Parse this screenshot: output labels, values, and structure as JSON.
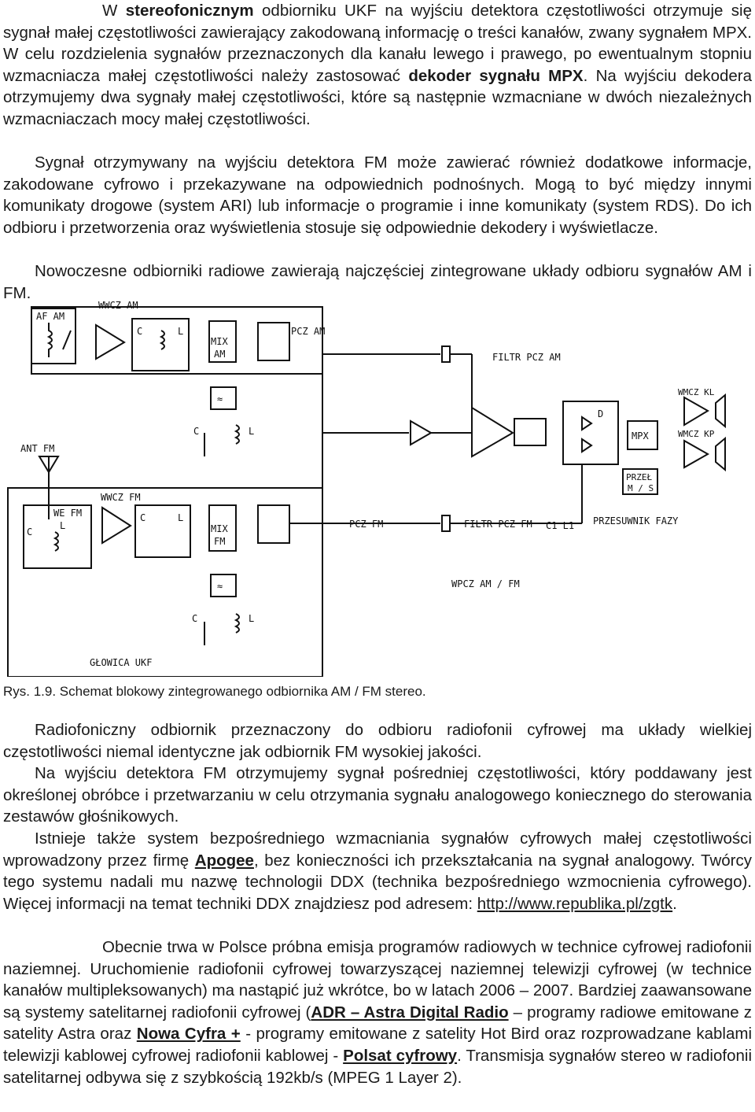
{
  "p1": {
    "a": "W ",
    "b": "stereofonicznym",
    "c": " odbiorniku UKF na wyjściu detektora częstotliwości otrzymuje się sygnał małej częstotliwości zawierający zakodowaną informację o treści kanałów, zwany sygnałem MPX. W celu rozdzielenia sygnałów przeznaczonych dla kanału lewego i prawego, po ewentualnym stopniu wzmacniacza małej częstotliwości należy zastosować ",
    "d": "dekoder sygnału MPX",
    "e": ". Na wyjściu dekodera otrzymujemy dwa sygnały małej częstotliwości, które są następnie wzmacniane w dwóch niezależnych wzmacniaczach mocy małej częstotliwości."
  },
  "p2": "Sygnał otrzymywany na wyjściu detektora FM może zawierać również dodatkowe informacje, zakodowane cyfrowo i przekazywane na odpowiednich podnośnych. Mogą to być między innymi komunikaty drogowe (system ARI) lub informacje o programie i inne komunikaty (system RDS). Do ich odbioru i przetworzenia oraz wyświetlenia stosuje się odpowiednie dekodery i wyświetlacze.",
  "p3": "Nowoczesne odbiorniki radiowe zawierają najczęściej zintegrowane układy odbioru sygnałów AM i  FM.",
  "diagram": {
    "af_am": "AF AM",
    "wcz_am": "WWCZ AM",
    "mix_am_1": "MIX",
    "mix_am_2": "AM",
    "pcz_am": "PCZ AM",
    "filtr_pcz_am": "FILTR PCZ AM",
    "c1": "C",
    "l1": "L",
    "c2": "C",
    "l2": "L",
    "c3": "C",
    "l3": "L",
    "c4": "C",
    "l4": "L",
    "c5": "C",
    "l5": "L",
    "ant_fm": "ANT FM",
    "wcz_fm": "WWCZ FM",
    "we_fm": "WE FM",
    "mix_fm_1": "MIX",
    "mix_fm_2": "FM",
    "pcz_fm": "PCZ FM",
    "filtr_pcz_fm": "FILTR PCZ FM",
    "c1_l1": "C1  L1",
    "przesuwnik": "PRZESUWNIK FAZY",
    "diode": "D",
    "mpx": "MPX",
    "przel_1": "PRZEŁ",
    "przel_2": "M / S",
    "wmcz_kl": "WMCZ KL",
    "wmcz_kp": "WMCZ KP",
    "wpcz": "WPCZ   AM / FM",
    "glowica": "GŁOWICA UKF",
    "approx": "≈"
  },
  "caption": "Rys. 1.9. Schemat blokowy zintegrowanego odbiornika AM / FM stereo.",
  "p4": "Radiofoniczny odbiornik przeznaczony do odbioru radiofonii cyfrowej ma układy wielkiej częstotliwości niemal identyczne jak odbiornik FM wysokiej jakości.",
  "p5": "Na wyjściu detektora FM otrzymujemy sygnał pośredniej częstotliwości, który poddawany jest określonej obróbce i przetwarzaniu w celu otrzymania sygnału analogowego koniecznego do sterowania zestawów głośnikowych.",
  "p6": {
    "a": "Istnieje także system bezpośredniego wzmacniania sygnałów cyfrowych małej częstotliwości wprowadzony przez firmę ",
    "b": "Apogee",
    "c": ", bez konieczności ich przekształcania na sygnał analogowy. Twórcy tego systemu nadali mu nazwę technologii DDX (technika bezpośredniego wzmocnienia cyfrowego). Więcej informacji na temat techniki DDX znajdziesz pod adresem: ",
    "d": "http://www.republika.pl/zgtk",
    "e": "."
  },
  "p7": {
    "a": "Obecnie trwa w Polsce próbna emisja programów radiowych w technice cyfrowej radiofonii naziemnej. Uruchomienie radiofonii cyfrowej towarzyszącej naziemnej telewizji cyfrowej (w technice kanałów multipleksowanych) ma nastąpić już wkrótce, bo w latach 2006 – 2007. Bardziej zaawansowane są systemy satelitarnej radiofonii cyfrowej (",
    "b": "ADR – Astra Digital Radio",
    "c": " – programy radiowe emitowane z satelity Astra oraz ",
    "d": "Nowa Cyfra +",
    "e": " - programy emitowane z satelity Hot Bird oraz rozprowadzane kablami telewizji kablowej cyfrowej radiofonii kablowej - ",
    "f": "Polsat cyfrowy",
    "g": ". Transmisja sygnałów stereo w radiofonii satelitarnej odbywa się z szybkością 192kb/s (MPEG 1 Layer 2)."
  }
}
